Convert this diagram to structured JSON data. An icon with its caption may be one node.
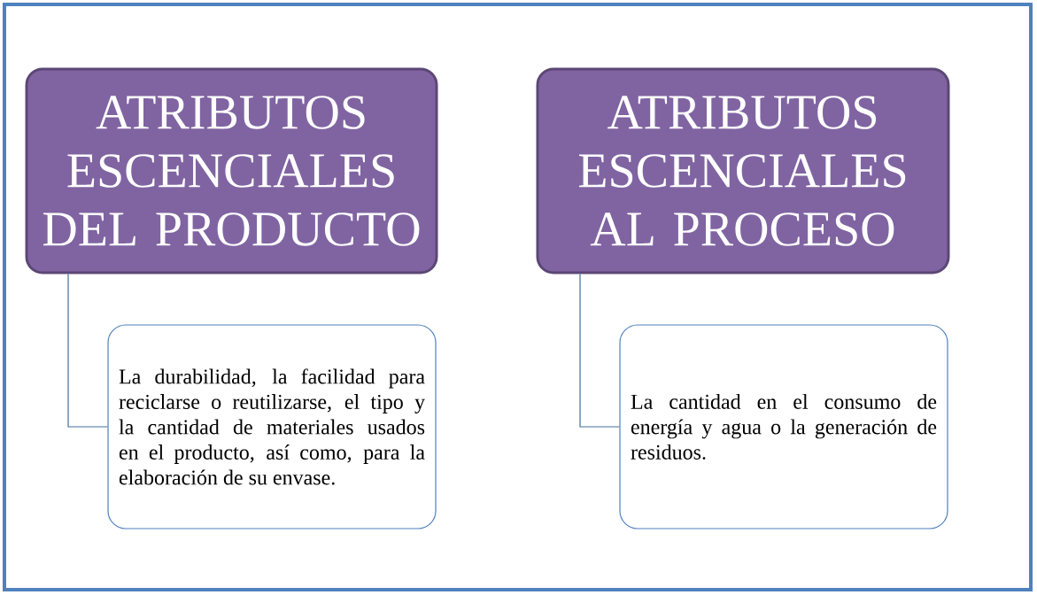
{
  "diagram": {
    "nodes": [
      {
        "text": [
          "ATRIBUTOS ESCENCIALES DEL PRODUCTO"
        ]
      },
      {
        "text": [
          "ATRIBUTOS ESCENCIALES AL PROCESO"
        ]
      },
      {
        "text": [
          "La durabilidad, la facilidad para reciclarse o reutilizarse, el tipo y la cantidad de materiales usados en el producto, así como, para la elaboración de su envase."
        ]
      },
      {
        "text": [
          "La cantidad en el consumo de energía y agua o la generación de residuos."
        ]
      }
    ],
    "edges": [
      {
        "from": 0,
        "to": 2,
        "arrow": "none"
      },
      {
        "from": 1,
        "to": 3,
        "arrow": "none"
      }
    ]
  }
}
